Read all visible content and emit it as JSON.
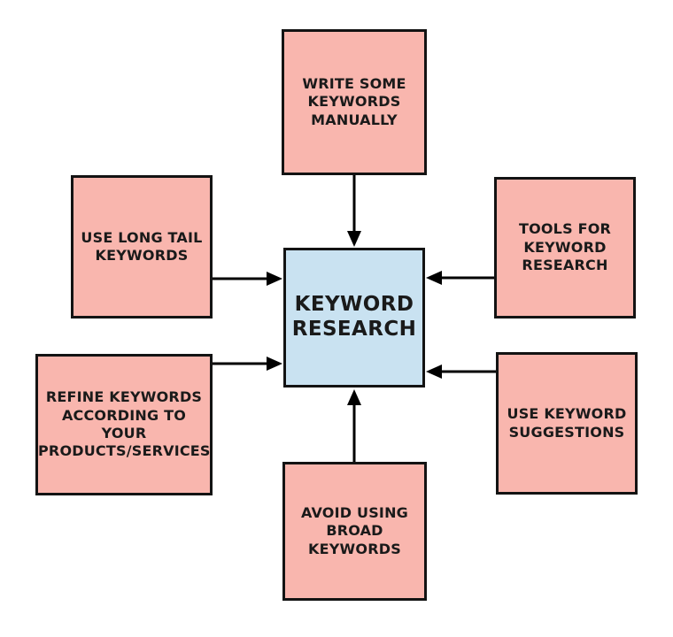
{
  "diagram": {
    "center": {
      "label": "KEYWORD\nRESEARCH"
    },
    "nodes": {
      "top": {
        "label": "WRITE SOME\nKEYWORDS\nMANUALLY"
      },
      "left_upper": {
        "label": "USE LONG TAIL\nKEYWORDS"
      },
      "right_upper": {
        "label": "TOOLS FOR\nKEYWORD\nRESEARCH"
      },
      "left_lower": {
        "label": "REFINE KEYWORDS\nACCORDING TO\nYOUR\nPRODUCTS/SERVICES"
      },
      "right_lower": {
        "label": "USE KEYWORD\nSUGGESTIONS"
      },
      "bottom": {
        "label": "AVOID USING\nBROAD\nKEYWORDS"
      }
    },
    "colors": {
      "node_background": "#f9b6ae",
      "center_background": "#c9e2f1",
      "border": "#131313",
      "arrow": "#000000",
      "page_background": "#ffffff",
      "text": "#1a1a1a"
    }
  }
}
